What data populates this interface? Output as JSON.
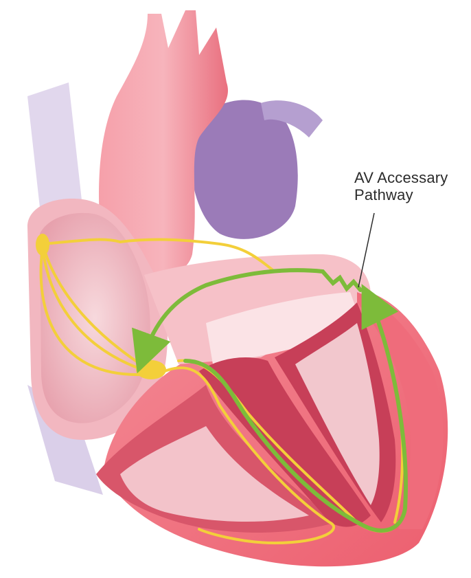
{
  "figure": {
    "subject": "heart cross-section with conduction system",
    "labels": [
      {
        "line1": "AV Accessary",
        "line2": "Pathway"
      }
    ]
  },
  "colors": {
    "muscle": "#f06b78",
    "muscle_dark": "#d8566a",
    "chamber_wall": "#c73f58",
    "aorta": "#f4828f",
    "pulmonary_artery": "#9b7bb8",
    "vena_cava": "#b59fd0",
    "atrium_inner": "#e7a1ad",
    "conduction_yellow": "#f3cf3a",
    "accessory_green": "#7dbb3a",
    "label_text": "#2b2b2b"
  }
}
